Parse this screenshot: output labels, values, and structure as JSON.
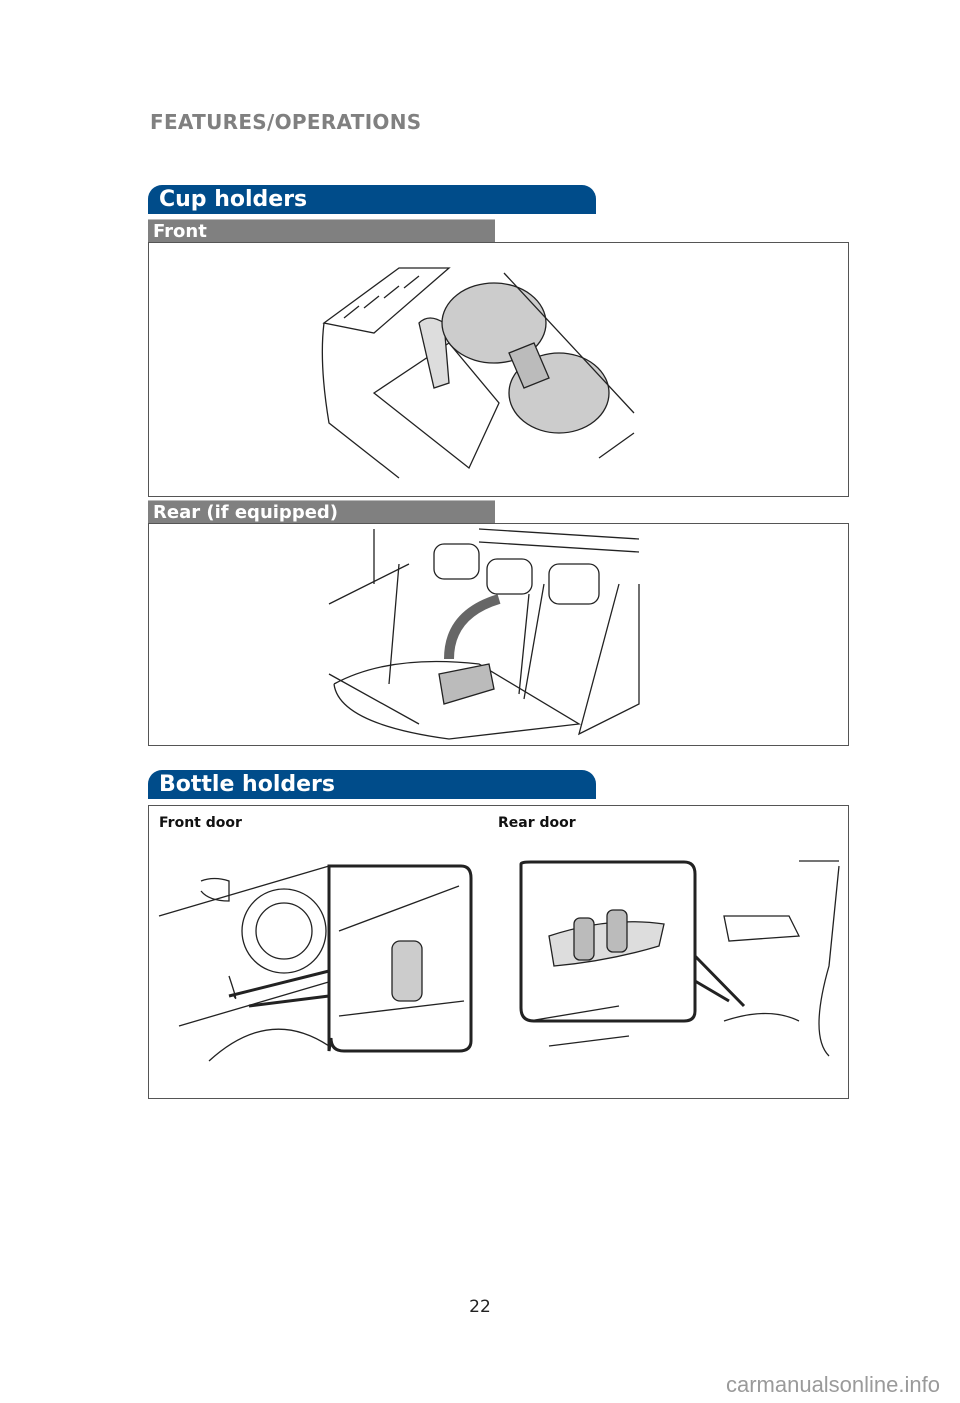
{
  "header": {
    "section": "FEATURES/OPERATIONS"
  },
  "cup_holders": {
    "title": "Cup holders",
    "front_label": "Front",
    "rear_label": "Rear (if equipped)"
  },
  "bottle_holders": {
    "title": "Bottle holders",
    "front_door_label": "Front door",
    "rear_door_label": "Rear door"
  },
  "footer": {
    "page_number": "22",
    "watermark": "carmanualsonline.info"
  }
}
